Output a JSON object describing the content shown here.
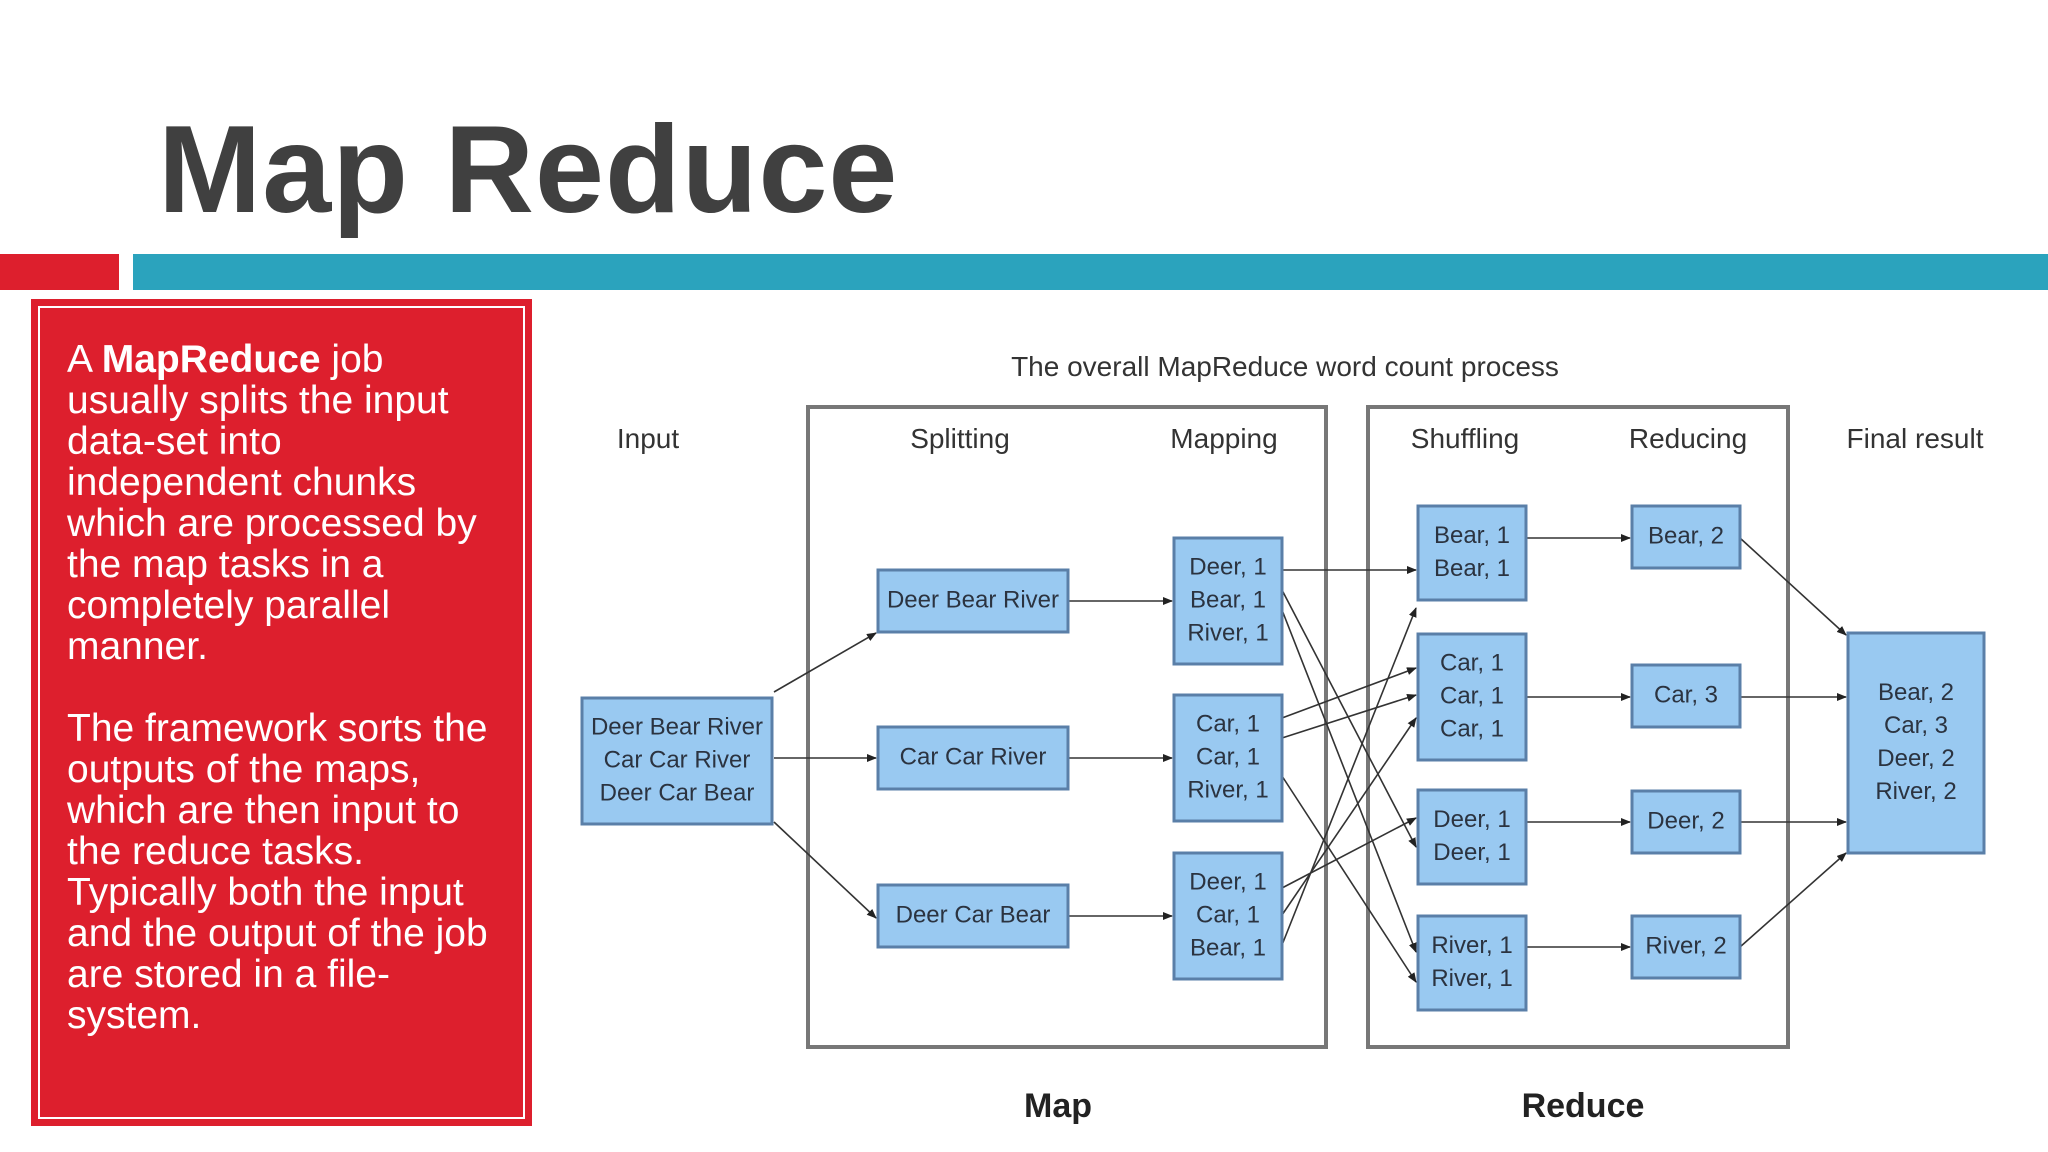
{
  "slide": {
    "title": "Map Reduce",
    "paragraph1": {
      "prefix": "A ",
      "bold": "MapReduce",
      "rest": " job usually splits the input data-set into independent chunks which are processed by the map tasks in a completely parallel manner."
    },
    "paragraph2": "The framework sorts the outputs of the maps, which are then input to the reduce tasks. Typically both the input and the output of the job are stored in a file-system."
  },
  "diagram": {
    "title": "The overall MapReduce word count process",
    "stage_labels": {
      "input": "Input",
      "splitting": "Splitting",
      "mapping": "Mapping",
      "shuffling": "Shuffling",
      "reducing": "Reducing",
      "final": "Final result"
    },
    "group_labels": {
      "map": "Map",
      "reduce": "Reduce"
    },
    "input_lines": [
      "Deer Bear River",
      "Car Car River",
      "Deer Car Bear"
    ],
    "splits": [
      "Deer Bear River",
      "Car Car River",
      "Deer Car Bear"
    ],
    "mapping": [
      [
        "Deer, 1",
        "Bear, 1",
        "River, 1"
      ],
      [
        "Car, 1",
        "Car, 1",
        "River, 1"
      ],
      [
        "Deer, 1",
        "Car, 1",
        "Bear, 1"
      ]
    ],
    "shuffling": [
      [
        "Bear, 1",
        "Bear, 1"
      ],
      [
        "Car, 1",
        "Car, 1",
        "Car, 1"
      ],
      [
        "Deer, 1",
        "Deer, 1"
      ],
      [
        "River, 1",
        "River, 1"
      ]
    ],
    "reducing": [
      "Bear, 2",
      "Car, 3",
      "Deer, 2",
      "River, 2"
    ],
    "final_lines": [
      "Bear, 2",
      "Car, 3",
      "Deer, 2",
      "River, 2"
    ],
    "colors": {
      "box_fill": "#99c9f1",
      "box_stroke": "#5a7fa8",
      "frame": "#777777",
      "red": "#dd1f2d",
      "teal": "#2ba3bd"
    }
  }
}
